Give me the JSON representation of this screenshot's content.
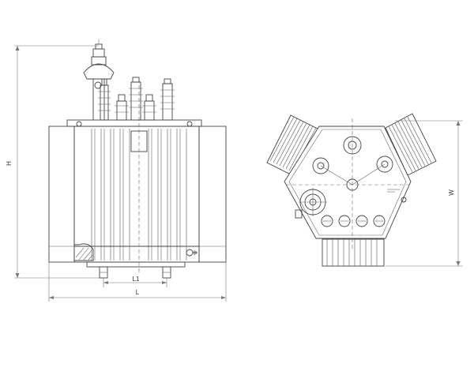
{
  "labels": {
    "height": "H",
    "length": "L",
    "wheel_gauge": "L1",
    "width": "W"
  }
}
